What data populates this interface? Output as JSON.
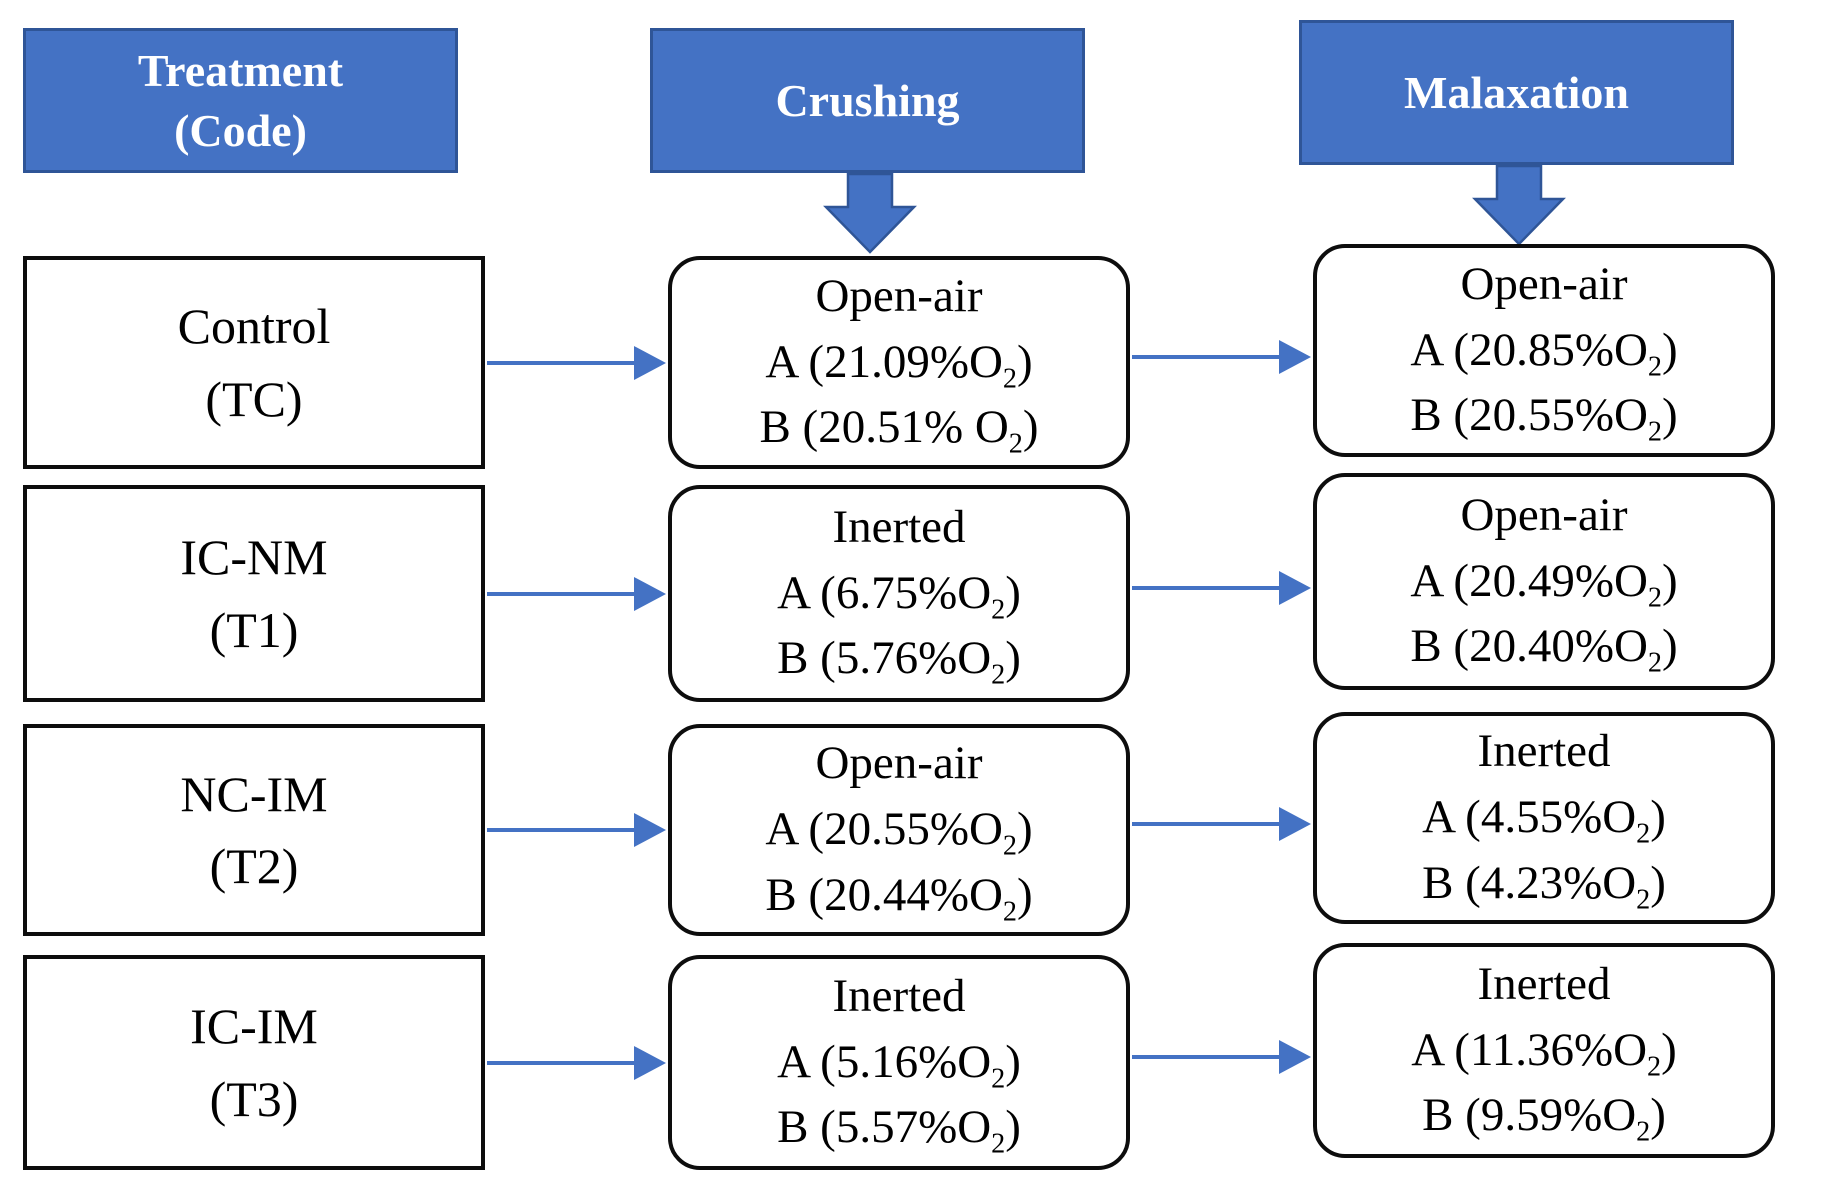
{
  "title": "Treatment / Crushing / Malaxation oxygen levels flow diagram",
  "colors": {
    "background": "#ffffff",
    "header_fill": "#4472C4",
    "header_border": "#2F5597",
    "header_text": "#ffffff",
    "box_text": "#000000",
    "arrow": "#4472C4",
    "arrow_outline": "#2F5597"
  },
  "headers": {
    "treatment": {
      "line1": "Treatment",
      "line2": "(Code)"
    },
    "crushing": {
      "label": "Crushing"
    },
    "malaxation": {
      "label": "Malaxation"
    }
  },
  "rows": [
    {
      "treatment": {
        "name": "Control",
        "code": "(TC)"
      },
      "crushing": {
        "condition": "Open-air",
        "a": {
          "pre": "A (21.09%O",
          "sub": "2",
          "post": ")"
        },
        "b": {
          "pre": "B (20.51% O",
          "sub": "2",
          "post": ")"
        }
      },
      "malaxation": {
        "condition": "Open-air",
        "a": {
          "pre": "A (20.85%O",
          "sub": "2",
          "post": ")"
        },
        "b": {
          "pre": "B (20.55%O",
          "sub": "2",
          "post": ")"
        }
      }
    },
    {
      "treatment": {
        "name": "IC-NM",
        "code": "(T1)"
      },
      "crushing": {
        "condition": "Inerted",
        "a": {
          "pre": "A (6.75%O",
          "sub": "2",
          "post": ")"
        },
        "b": {
          "pre": "B (5.76%O",
          "sub": "2",
          "post": ")"
        }
      },
      "malaxation": {
        "condition": "Open-air",
        "a": {
          "pre": "A (20.49%O",
          "sub": "2",
          "post": ")"
        },
        "b": {
          "pre": "B (20.40%O",
          "sub": "2",
          "post": ")"
        }
      }
    },
    {
      "treatment": {
        "name": "NC-IM",
        "code": "(T2)"
      },
      "crushing": {
        "condition": "Open-air",
        "a": {
          "pre": "A (20.55%O",
          "sub": "2",
          "post": ")"
        },
        "b": {
          "pre": "B (20.44%O",
          "sub": "2",
          "post": ")"
        }
      },
      "malaxation": {
        "condition": "Inerted",
        "a": {
          "pre": "A (4.55%O",
          "sub": "2",
          "post": ")"
        },
        "b": {
          "pre": "B (4.23%O",
          "sub": "2",
          "post": ")"
        }
      }
    },
    {
      "treatment": {
        "name": "IC-IM",
        "code": "(T3)"
      },
      "crushing": {
        "condition": "Inerted",
        "a": {
          "pre": "A (5.16%O",
          "sub": "2",
          "post": ")"
        },
        "b": {
          "pre": "B (5.57%O",
          "sub": "2",
          "post": ")"
        }
      },
      "malaxation": {
        "condition": "Inerted",
        "a": {
          "pre": "A (11.36%O",
          "sub": "2",
          "post": ")"
        },
        "b": {
          "pre": "B (9.59%O",
          "sub": "2",
          "post": ")"
        }
      }
    }
  ]
}
